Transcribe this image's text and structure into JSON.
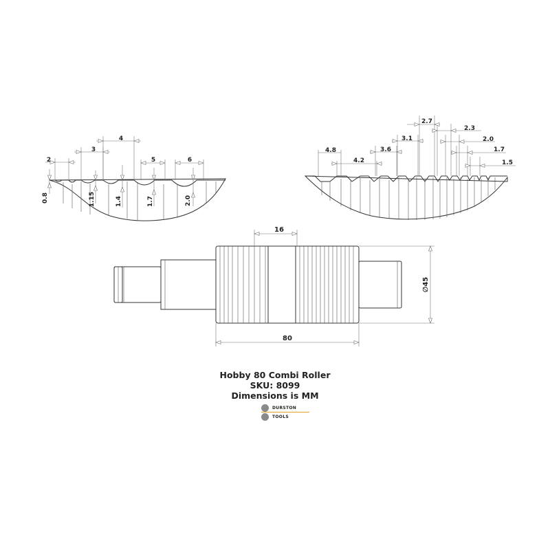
{
  "left_profile": {
    "widths": [
      "2",
      "3",
      "4",
      "5",
      "6"
    ],
    "depths": [
      "0.8",
      "1.15",
      "1.4",
      "1.7",
      "2.0"
    ]
  },
  "right_profile": {
    "pitches": [
      "4.8",
      "4.2",
      "3.6",
      "3.1",
      "2.7",
      "2.3",
      "2.0",
      "1.7",
      "1.5"
    ]
  },
  "roller": {
    "groove_width": "16",
    "total_length": "80",
    "diameter": "∅45"
  },
  "caption": {
    "line1": "Hobby 80 Combi Roller",
    "line2": "SKU: 8099",
    "line3": "Dimensions is MM"
  },
  "brand": {
    "line1": "DURSTON",
    "line2": "TOOLS"
  }
}
